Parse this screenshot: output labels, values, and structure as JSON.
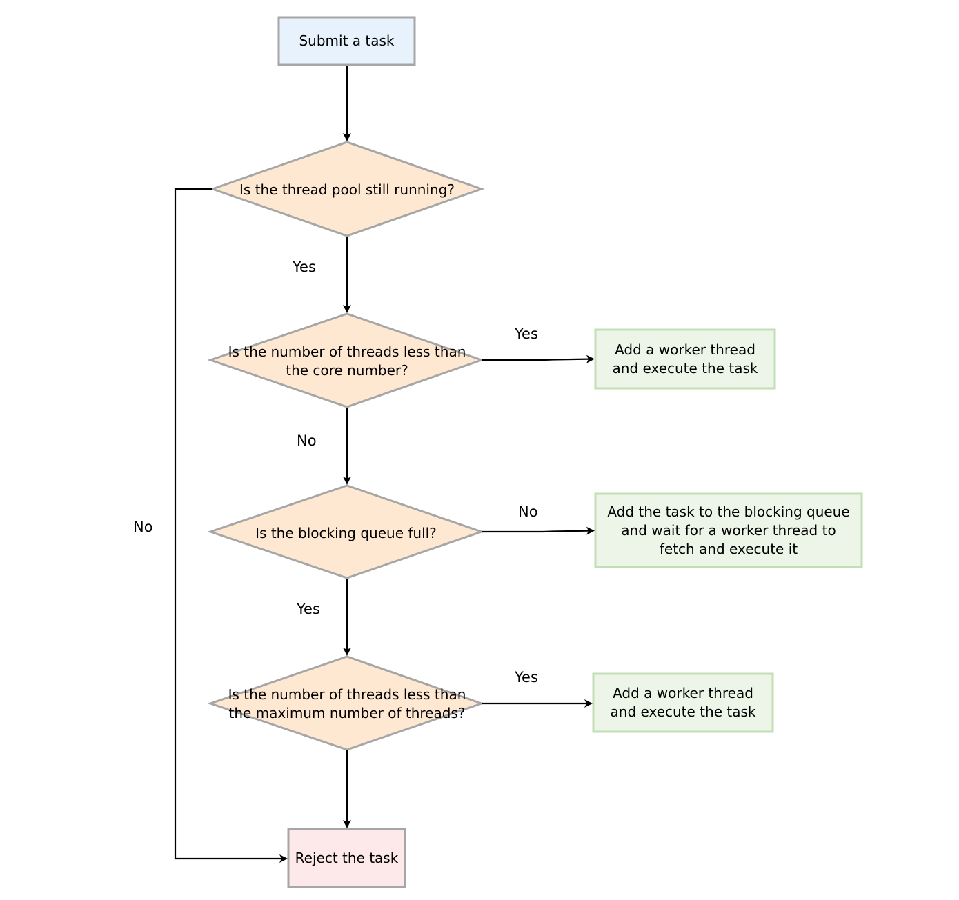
{
  "nodes": {
    "start": {
      "label": "Submit a task",
      "fill": "#e8f2fc",
      "stroke": "#a6a6a6"
    },
    "check_running": {
      "label": "Is the thread pool still running?",
      "fill": "#ffe8d2",
      "stroke": "#a6a6a6"
    },
    "check_core": {
      "label": "Is the number of threads less than\nthe core number?",
      "fill": "#ffe8d2",
      "stroke": "#a6a6a6"
    },
    "check_queue": {
      "label": "Is the blocking queue full?",
      "fill": "#ffe8d2",
      "stroke": "#a6a6a6"
    },
    "check_max": {
      "label": "Is the number of threads less than\nthe maximum number of threads?",
      "fill": "#ffe8d2",
      "stroke": "#a6a6a6"
    },
    "add_worker_core": {
      "label": "Add a worker thread\nand execute the task",
      "fill": "#edf5e8",
      "stroke": "#c3dfb4"
    },
    "enqueue": {
      "label": "Add the task to the blocking queue\nand wait for a worker thread to\nfetch and execute it",
      "fill": "#edf5e8",
      "stroke": "#c3dfb4"
    },
    "add_worker_max": {
      "label": "Add a worker thread\nand execute the task",
      "fill": "#edf5e8",
      "stroke": "#c3dfb4"
    },
    "reject": {
      "label": "Reject the task",
      "fill": "#fde8ea",
      "stroke": "#a6a6a6"
    }
  },
  "edges": {
    "running_yes": "Yes",
    "running_no": "No",
    "core_yes": "Yes",
    "core_no": "No",
    "queue_no": "No",
    "queue_yes": "Yes",
    "max_yes": "Yes"
  },
  "colors": {
    "line": "#000000"
  }
}
